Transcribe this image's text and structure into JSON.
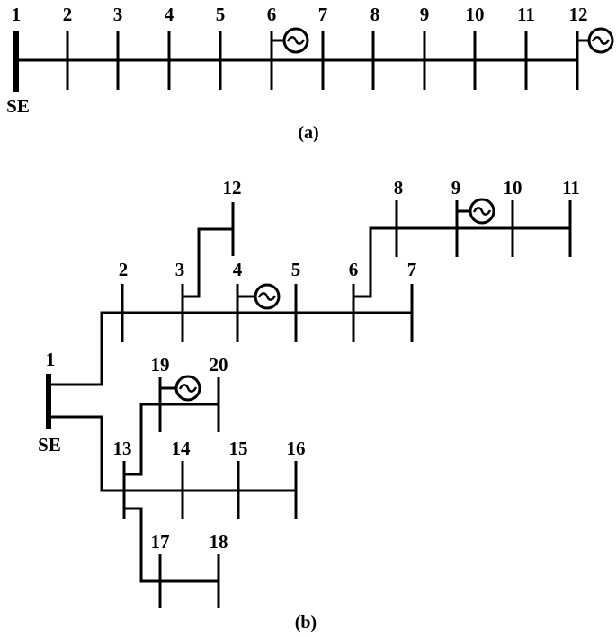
{
  "diagram_a": {
    "caption": "(a)",
    "source_label": "SE",
    "bus_labels": [
      "1",
      "2",
      "3",
      "4",
      "5",
      "6",
      "7",
      "8",
      "9",
      "10",
      "11",
      "12"
    ],
    "generator_icon": "ac-generator-icon"
  },
  "diagram_b": {
    "caption": "(b)",
    "source_label": "SE",
    "bus_labels": [
      "1",
      "2",
      "3",
      "4",
      "5",
      "6",
      "7",
      "8",
      "9",
      "10",
      "11",
      "12",
      "13",
      "14",
      "15",
      "16",
      "17",
      "18",
      "19",
      "20"
    ],
    "generator_icon": "ac-generator-icon"
  }
}
